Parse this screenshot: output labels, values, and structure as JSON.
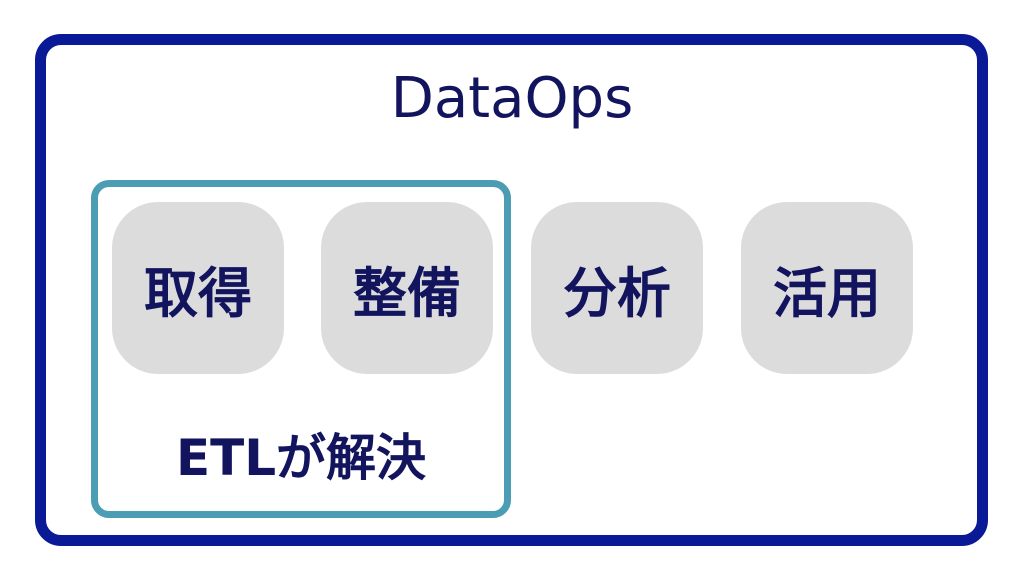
{
  "title": "DataOps",
  "steps": [
    "取得",
    "整備",
    "分析",
    "活用"
  ],
  "etl_label": "ETLが解決",
  "colors": {
    "outer_border": "#0a1a96",
    "etl_border": "#4a9db2",
    "step_bg": "#dcdcdc",
    "text": "#12145e"
  }
}
